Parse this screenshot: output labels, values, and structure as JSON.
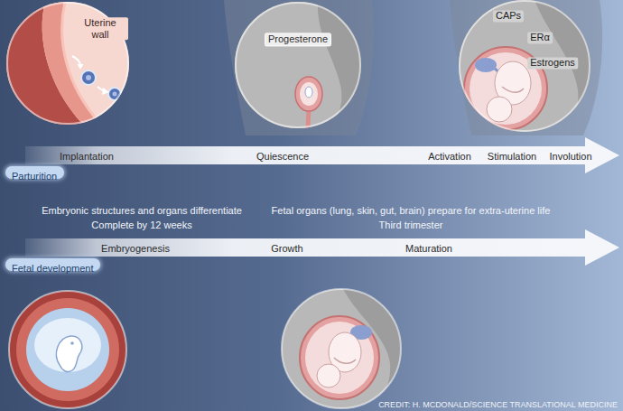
{
  "diagram": {
    "nodes": [
      {
        "text": [
          "Uterine wall"
        ]
      },
      {
        "text": [
          "Progesterone"
        ]
      },
      {
        "text": [
          "CAPs",
          "ERα",
          "Estrogens"
        ]
      },
      {
        "text": [
          "Implantation",
          "Quiescence",
          "Activation",
          "Stimulation",
          "Involution"
        ]
      },
      {
        "text": [
          "Parturition"
        ]
      },
      {
        "text": [
          "Embryogenesis",
          "Growth",
          "Maturation"
        ]
      },
      {
        "text": [
          "Fetal development"
        ]
      }
    ],
    "labels": [
      "Embryonic structures and organs differentiate",
      "Complete by 12 weeks",
      "Fetal organs (lung, skin, gut, brain) prepare for extra-uterine life",
      "Third trimester",
      "CREDIT: H. MCDONALD/SCIENCE TRANSLATIONAL MEDICINE"
    ]
  }
}
